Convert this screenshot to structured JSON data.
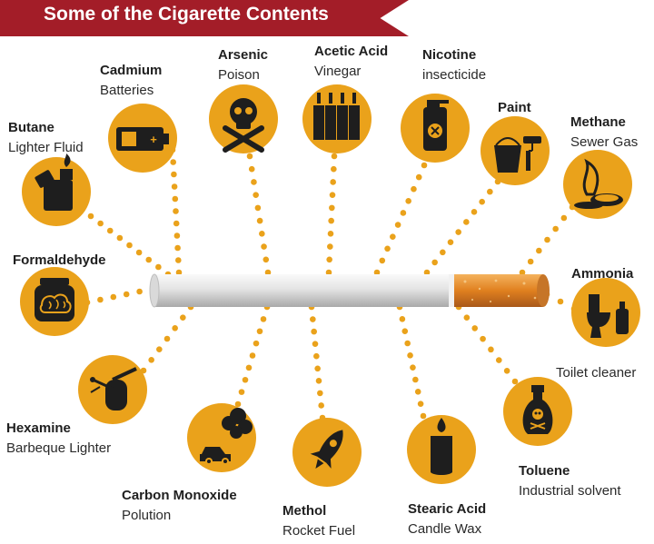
{
  "title": "Some of the Cigarette Contents",
  "colors": {
    "banner": "#a31d28",
    "icon_circle": "#eaa21b",
    "dots": "#eaa21b",
    "icon_glyph": "#1e1e1e",
    "filter": "#d9781f"
  },
  "items": [
    {
      "name": "Cadmium",
      "use": "Batteries",
      "icon": "battery-icon"
    },
    {
      "name": "Arsenic",
      "use": "Poison",
      "icon": "skull-crossbones-icon"
    },
    {
      "name": "Acetic Acid",
      "use": "Vinegar",
      "icon": "vinegar-bottles-icon"
    },
    {
      "name": "Nicotine",
      "use": "insecticide",
      "icon": "spray-bottle-icon"
    },
    {
      "name": "Paint",
      "use": "",
      "icon": "paint-bucket-roller-icon"
    },
    {
      "name": "Methane",
      "use": "Sewer Gas",
      "icon": "gas-flame-icon"
    },
    {
      "name": "Butane",
      "use": "Lighter Fluid",
      "icon": "lighter-icon"
    },
    {
      "name": "Formaldehyde",
      "use": "",
      "icon": "brain-jar-icon"
    },
    {
      "name": "Ammonia",
      "use": "Toilet cleaner",
      "icon": "toilet-icon"
    },
    {
      "name": "Hexamine",
      "use": "Barbeque Lighter",
      "icon": "blowtorch-icon"
    },
    {
      "name": "Carbon Monoxide",
      "use": "Polution",
      "icon": "car-smoke-icon"
    },
    {
      "name": "Methol",
      "use": "Rocket Fuel",
      "icon": "rocket-icon"
    },
    {
      "name": "Stearic Acid",
      "use": "Candle Wax",
      "icon": "candle-icon"
    },
    {
      "name": "Toluene",
      "use": "Industrial solvent",
      "icon": "poison-bottle-icon"
    }
  ]
}
